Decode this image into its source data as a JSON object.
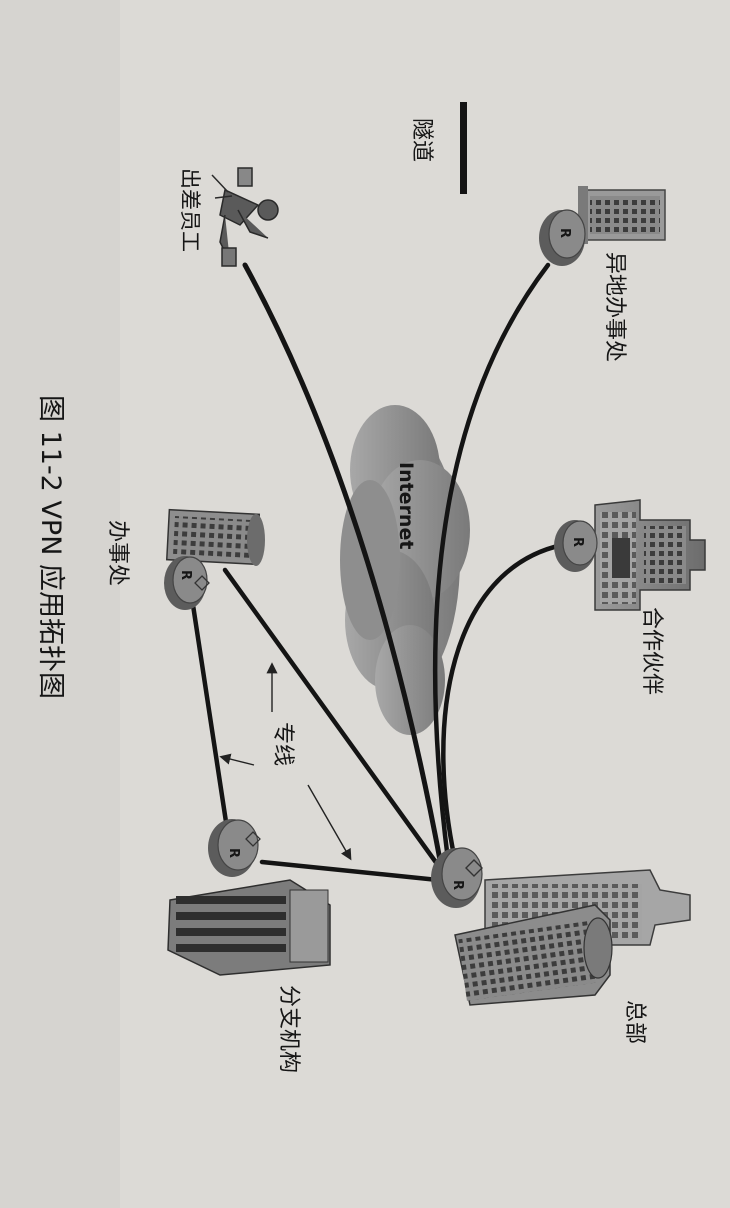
{
  "caption": "图 11-2   VPN 应用拓扑图",
  "legend": {
    "tunnel_label": "隧道",
    "leased_line_label": "专线"
  },
  "cloud": {
    "label": "Internet"
  },
  "router": {
    "label": "R"
  },
  "nodes": {
    "headquarters": "总部",
    "remote_office": "异地办事处",
    "partner": "合作伙伴",
    "traveling_staff": "出差员工",
    "office": "办事处",
    "branch": "分支机构"
  },
  "colors": {
    "background": "#dcdad6",
    "line": "#141414",
    "cloud": "#8e8e8e",
    "building": "#8c8c8c",
    "router": "#6e6e6e"
  }
}
